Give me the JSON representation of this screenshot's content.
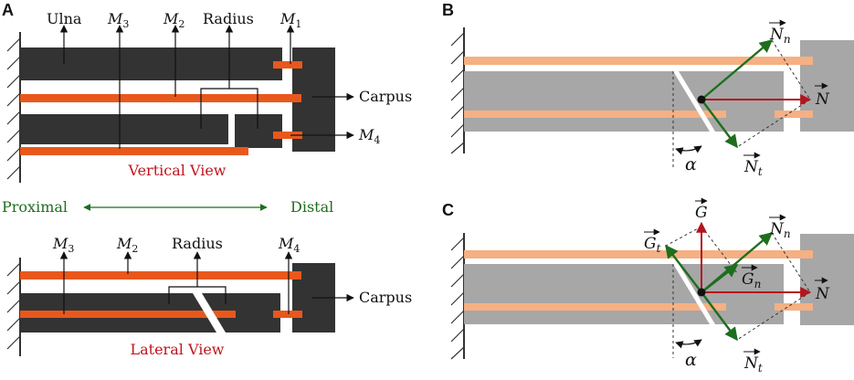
{
  "colors": {
    "bone": "#333333",
    "rod": "#e8581c",
    "rod_light": "#f5b083",
    "bone_gray": "#a7a7a7",
    "force_green": "#1e6e1e",
    "force_red": "#b3141e",
    "label_red": "#c0141e",
    "label_green": "#1e6e1e",
    "text": "#111111"
  },
  "panel_a": {
    "letter": "A",
    "top": {
      "labels": {
        "ulna": "Ulna",
        "m3": "M",
        "m3_sub": "3",
        "m2": "M",
        "m2_sub": "2",
        "radius": "Radius",
        "m1": "M",
        "m1_sub": "1",
        "carpus": "Carpus",
        "m4": "M",
        "m4_sub": "4"
      },
      "view_title": "Vertical View"
    },
    "axis": {
      "proximal": "Proximal",
      "distal": "Distal"
    },
    "bottom": {
      "labels": {
        "m3": "M",
        "m3_sub": "3",
        "m2": "M",
        "m2_sub": "2",
        "radius": "Radius",
        "m4": "M",
        "m4_sub": "4",
        "carpus": "Carpus"
      },
      "view_title": "Lateral View"
    }
  },
  "panel_b": {
    "letter": "B",
    "labels": {
      "nn": "N",
      "nn_sub": "n",
      "n": "N",
      "nt": "N",
      "nt_sub": "t",
      "alpha": "α"
    }
  },
  "panel_c": {
    "letter": "C",
    "labels": {
      "g": "G",
      "gt": "G",
      "gt_sub": "t",
      "nn": "N",
      "nn_sub": "n",
      "gn": "G",
      "gn_sub": "n",
      "n": "N",
      "nt": "N",
      "nt_sub": "t",
      "alpha": "α"
    }
  }
}
